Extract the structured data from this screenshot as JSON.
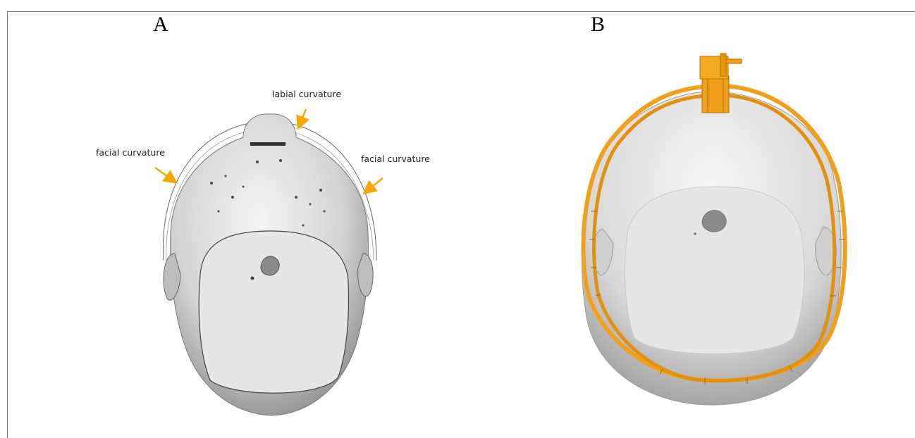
{
  "panels": {
    "a": {
      "label": "A"
    },
    "b": {
      "label": "B"
    }
  },
  "annotations": {
    "labial": "labial curvature",
    "facial_left": "facial curvature",
    "facial_right": "facial curvature"
  },
  "colors": {
    "arrow": "#f5a800",
    "headset": "#f0a01c",
    "headset_dark": "#c77a00",
    "skin": "#d9d9d9",
    "cut_plane": "#e6e6e6"
  }
}
